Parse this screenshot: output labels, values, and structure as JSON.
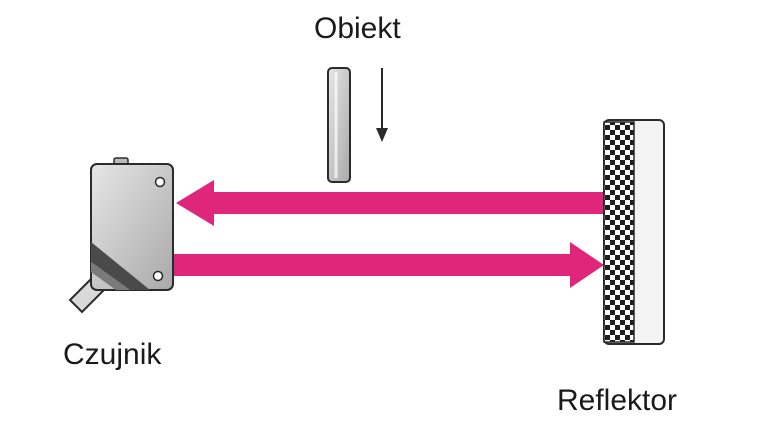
{
  "labels": {
    "object": "Obiekt",
    "sensor": "Czujnik",
    "reflector": "Reflektor"
  },
  "colors": {
    "beam": "#e0267a",
    "sensor_body": "#c9c9c9",
    "outline": "#2b2b2b",
    "reflector_face": "#f4f4f4"
  },
  "icons": {
    "sensor": "photoelectric-sensor-icon",
    "object": "object-bar-icon",
    "reflector": "reflector-icon",
    "motion": "down-arrow-icon"
  }
}
